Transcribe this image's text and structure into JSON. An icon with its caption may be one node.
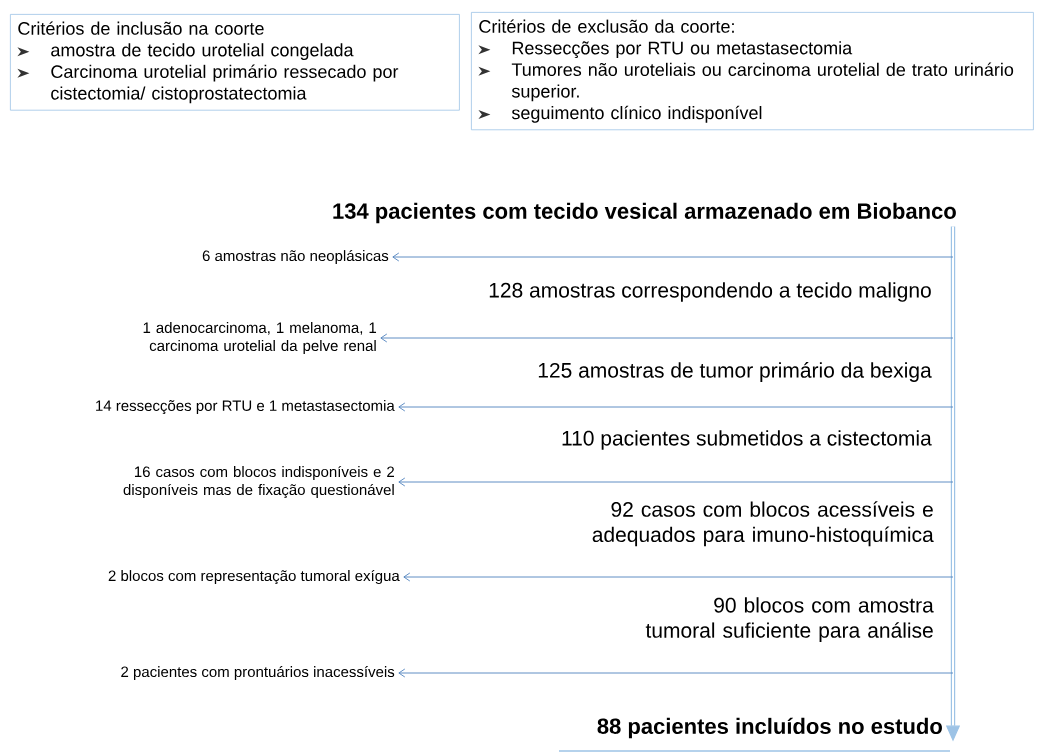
{
  "diagram": {
    "nodes": [
      {
        "text": [
          "Critérios de inclusão na coorte",
          "amostra de tecido urotelial congelada",
          "Carcinoma urotelial primário ressecado por cistectomia/ cistoprostatectomia"
        ]
      },
      {
        "text": [
          "Critérios de exclusão da coorte:",
          "Ressecções por RTU ou metastasectomia",
          "Tumores não uroteliais ou carcinoma urotelial de trato urinário superior.",
          "seguimento clínico indisponível"
        ]
      },
      {
        "text": [
          "134 pacientes com tecido vesical armazenado em Biobanco"
        ]
      },
      {
        "text": [
          "128 amostras correspondendo a tecido maligno"
        ]
      },
      {
        "text": [
          "125 amostras de tumor primário da bexiga"
        ]
      },
      {
        "text": [
          "110 pacientes submetidos a cistectomia"
        ]
      },
      {
        "text": [
          "92 casos com blocos acessíveis e adequados para imuno-histoquímica"
        ]
      },
      {
        "text": [
          "90 blocos com amostra tumoral suficiente para análise"
        ]
      },
      {
        "text": [
          "88 pacientes incluídos no estudo"
        ]
      },
      {
        "text": [
          "6 amostras não neoplásicas"
        ]
      },
      {
        "text": [
          "1 adenocarcinoma, 1 melanoma, 1 carcinoma urotelial da pelve renal"
        ]
      },
      {
        "text": [
          "14 ressecções por RTU e 1 metastasectomia"
        ]
      },
      {
        "text": [
          "16 casos com blocos indisponíveis e 2 disponíveis mas de fixação questionável"
        ]
      },
      {
        "text": [
          "2 blocos com representação tumoral exígua"
        ]
      },
      {
        "text": [
          "2 pacientes com prontuários inacessíveis"
        ]
      }
    ],
    "edges": [
      {
        "from": 2,
        "to": 8,
        "arrow": "to",
        "style": "thick",
        "color": "#9dc3e6"
      },
      {
        "from": null,
        "to": 9,
        "arrow": "to"
      },
      {
        "from": null,
        "to": 10,
        "arrow": "to"
      },
      {
        "from": null,
        "to": 11,
        "arrow": "to"
      },
      {
        "from": null,
        "to": 12,
        "arrow": "to"
      },
      {
        "from": null,
        "to": 13,
        "arrow": "to"
      },
      {
        "from": null,
        "to": 14,
        "arrow": "to"
      }
    ]
  }
}
